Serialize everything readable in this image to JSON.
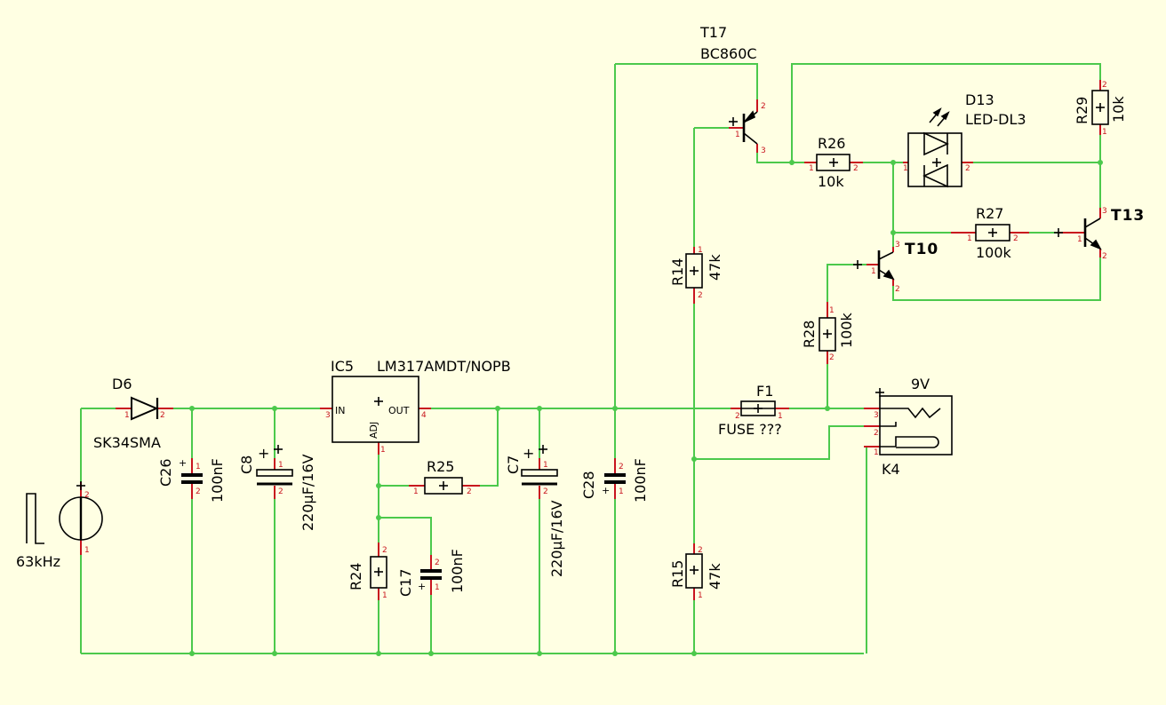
{
  "components": {
    "d6": {
      "ref": "D6",
      "value": "SK34SMA"
    },
    "src": {
      "value": "63kHz"
    },
    "c26": {
      "ref": "C26",
      "value": "100nF"
    },
    "c8": {
      "ref": "C8",
      "value": "220µF/16V"
    },
    "ic5": {
      "ref": "IC5",
      "value": "LM317AMDT/NOPB",
      "pin_in": "IN",
      "pin_out": "OUT",
      "pin_adj": "ADJ"
    },
    "r25": {
      "ref": "R25"
    },
    "r24": {
      "ref": "R24"
    },
    "c17": {
      "ref": "C17",
      "value": "100nF"
    },
    "c7": {
      "ref": "C7",
      "value": "220µF/16V"
    },
    "c28": {
      "ref": "C28",
      "value": "100nF"
    },
    "t17": {
      "ref": "T17",
      "value": "BC860C"
    },
    "r14": {
      "ref": "R14",
      "value": "47k"
    },
    "r15": {
      "ref": "R15",
      "value": "47k"
    },
    "f1": {
      "ref": "F1",
      "value": "FUSE ???"
    },
    "k4": {
      "ref": "K4",
      "value": "9V"
    },
    "r26": {
      "ref": "R26",
      "value": "10k"
    },
    "d13": {
      "ref": "D13",
      "value": "LED-DL3"
    },
    "r29": {
      "ref": "R29",
      "value": "10k"
    },
    "r27": {
      "ref": "R27",
      "value": "100k"
    },
    "r28": {
      "ref": "R28",
      "value": "100k"
    },
    "t10": {
      "ref": "T10"
    },
    "t13": {
      "ref": "T13"
    }
  },
  "pins": {
    "one": "1",
    "two": "2",
    "three": "3",
    "four": "4"
  },
  "colors": {
    "background": "#ffffe3",
    "wire": "#4cc94c",
    "pin": "#c8141e",
    "body": "#000000"
  }
}
